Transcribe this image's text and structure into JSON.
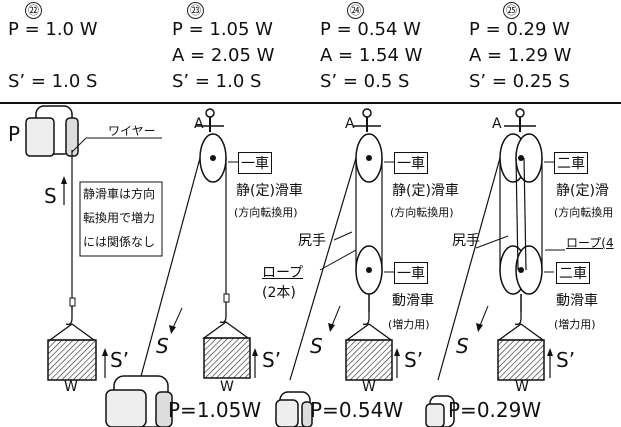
{
  "columns": [
    {
      "number": "㉒",
      "p": "P = 1.0 W",
      "a": "",
      "s": "S’ = 1.0 S"
    },
    {
      "number": "㉓",
      "p": "P = 1.05 W",
      "a": "A = 2.05 W",
      "s": "S’ = 1.0 S"
    },
    {
      "number": "㉔",
      "p": "P = 0.54 W",
      "a": "A = 1.54 W",
      "s": "S’ = 0.5 S"
    },
    {
      "number": "㉕",
      "p": "P = 0.29 W",
      "a": "A = 1.29 W",
      "s": "S’ = 0.25 S"
    }
  ],
  "labels": {
    "p": "P",
    "s": "S",
    "w": "W",
    "s_prime": "S’",
    "a": "A",
    "wire": "ワイヤー",
    "note": [
      "静滑車は方向",
      "転換用で増力",
      "には関係なし"
    ],
    "one_car": "一車",
    "two_car": "二車",
    "fixed_pulley": "静(定)滑車",
    "fixed_pulley_cut": "静(定)滑",
    "direction_change": "(方向転換用)",
    "direction_change_cut": "(方向転換用",
    "tail": "尻手",
    "rope": "ロープ",
    "two_ropes": "(2本)",
    "rope4": "ロープ(4",
    "moving_pulley": "動滑車",
    "force_increase": "(増力用)",
    "pull_23": "P=1.05W",
    "pull_24": "P=0.54W",
    "pull_25": "P=0.29W"
  }
}
